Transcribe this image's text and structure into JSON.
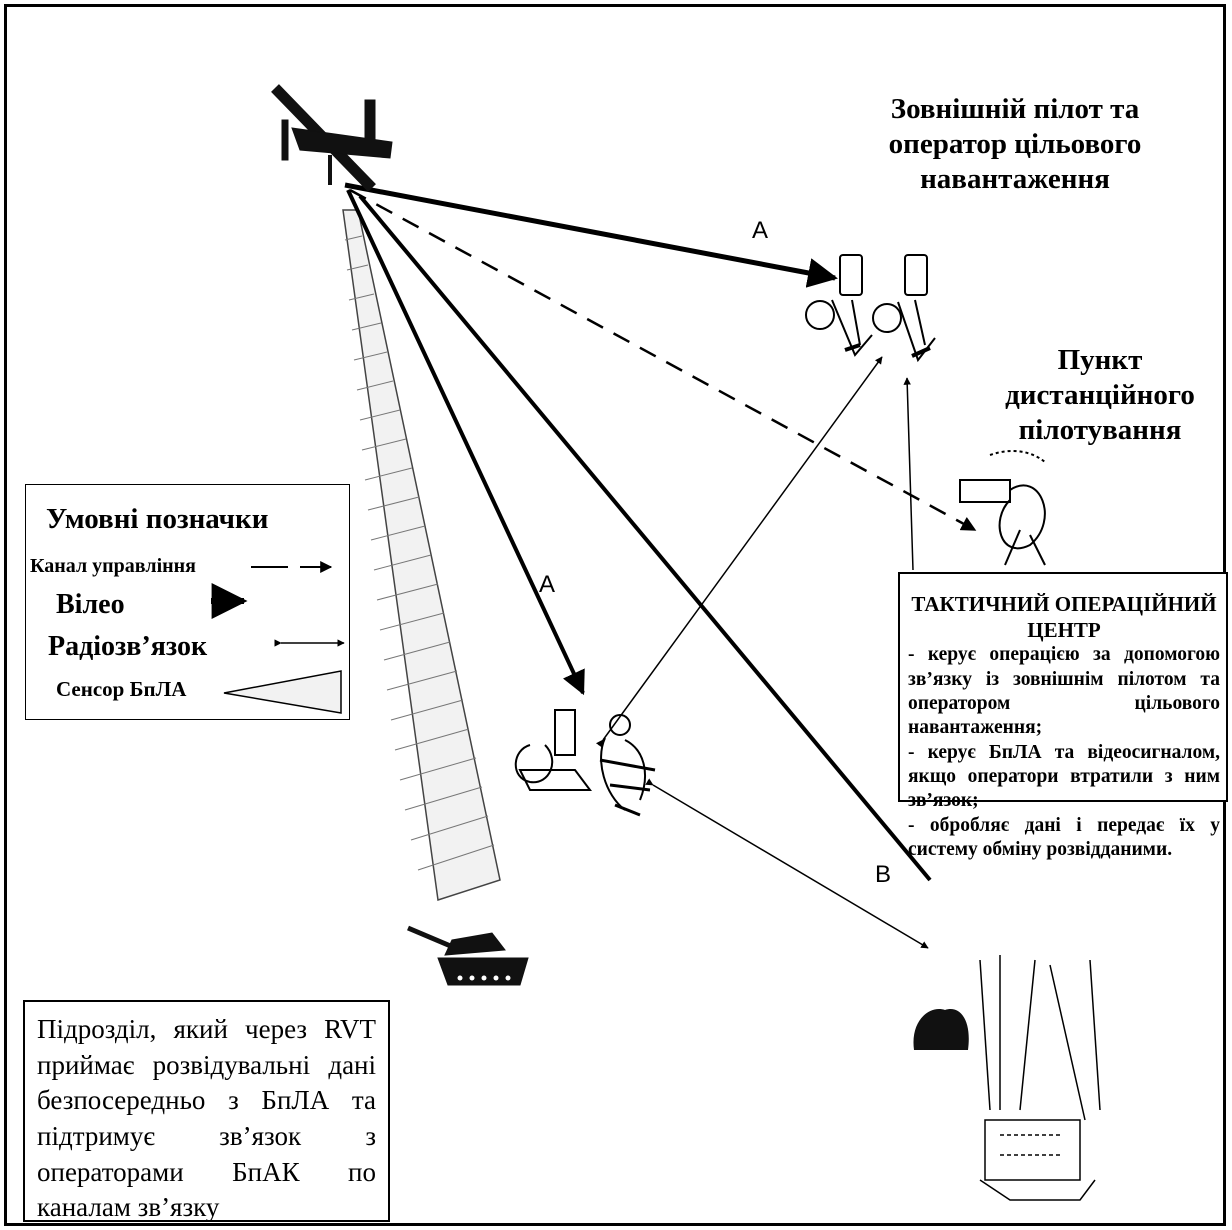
{
  "titles": {
    "external_pilot": "Зовнішній пілот та оператор цільового навантаження",
    "remote_piloting_point": "Пункт дистанційного пілотування"
  },
  "link_labels": {
    "a_top": "A",
    "a_left": "A",
    "b": "B"
  },
  "legend": {
    "title": "Умовні позначки",
    "control_channel": "Канал управління",
    "video": "Вілео",
    "radio": "Радіозв’язок",
    "sensor": "Сенсор БпЛА"
  },
  "toc": {
    "title": "ТАКТИЧНИЙ ОПЕРАЦІЙНИЙ ЦЕНТР",
    "items": [
      "- керує операцією за допомогою зв’язку із зовнішнім пілотом та оператором цільового навантаження;",
      "- керує БпЛА та відеосигналом, якщо оператори втратили з ним зв’язок;",
      "- обробляє дані і передає їх у систему обміну розвідданими."
    ]
  },
  "unit_box": {
    "text": "Підрозділ, який через RVT приймає розвідувальні дані безпосередньо з БпЛА та підтримує зв’язок з операторами БпАК по каналам зв’язку"
  },
  "icons": [
    "uav-icon",
    "operators-icon",
    "antenna-station-icon",
    "field-unit-icon",
    "tank-icon",
    "vehicle-icon",
    "ground-station-icon"
  ]
}
